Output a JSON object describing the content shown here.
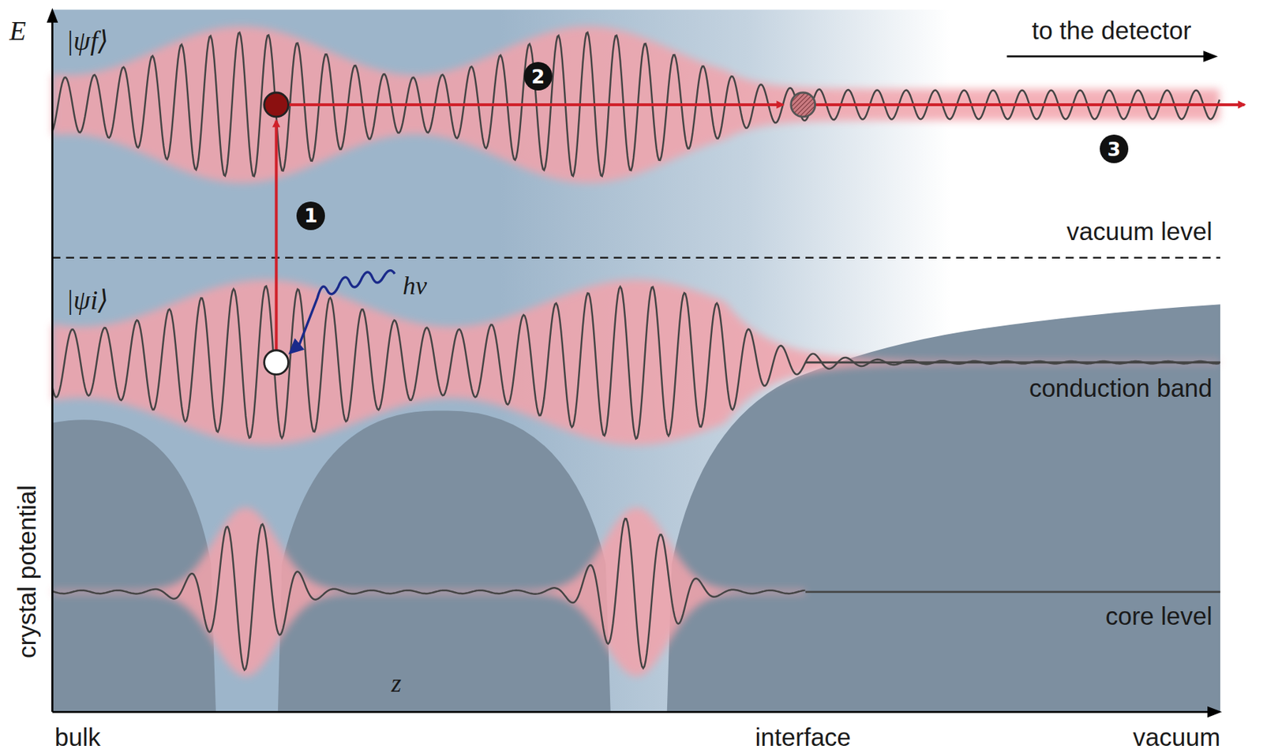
{
  "diagram": {
    "labels": [
      "E",
      "|ψf⟩",
      "to the detector",
      "2",
      "1",
      "vacuum level",
      "|ψi⟩",
      "hν",
      "3",
      "conduction band",
      "crystal potential",
      "core level",
      "z",
      "bulk",
      "interface",
      "vacuum"
    ]
  }
}
